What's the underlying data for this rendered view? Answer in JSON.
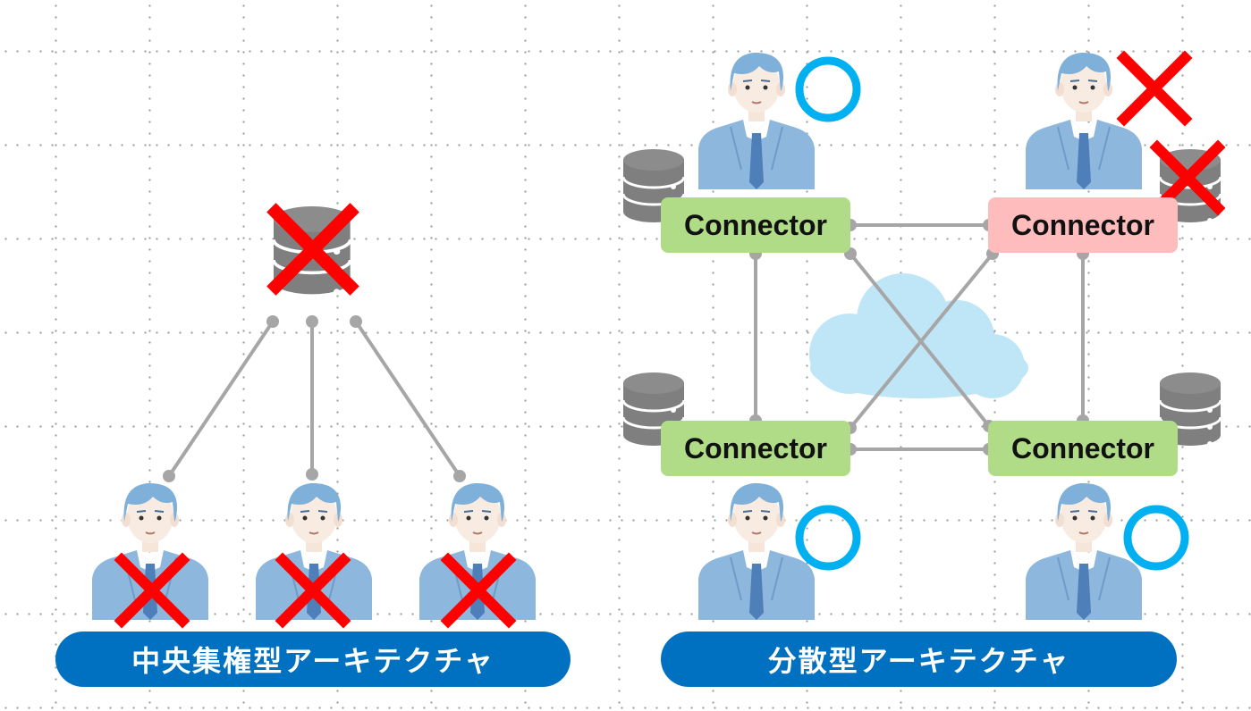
{
  "left_diagram": {
    "title": "中央集権型アーキテクチャ"
  },
  "right_diagram": {
    "title": "分散型アーキテクチャ",
    "connectors": [
      {
        "label": "Connector",
        "status": "ok"
      },
      {
        "label": "Connector",
        "status": "failed"
      },
      {
        "label": "Connector",
        "status": "ok"
      },
      {
        "label": "Connector",
        "status": "ok"
      }
    ]
  },
  "colors": {
    "banner": "#0070c0",
    "connector_ok": "#b0dc87",
    "connector_failed": "#ffbcbc",
    "ok_mark": "#00b0f0",
    "fail_mark": "#ff0000",
    "link_line": "#a6a6a6",
    "database": "#7f7f7f",
    "cloud": "#bfe6f7",
    "person_suit": "#8db7dd",
    "person_hair": "#7fb0da"
  },
  "icons": [
    "database-icon",
    "person-icon",
    "cloud-icon",
    "cross-mark-icon",
    "circle-mark-icon"
  ]
}
